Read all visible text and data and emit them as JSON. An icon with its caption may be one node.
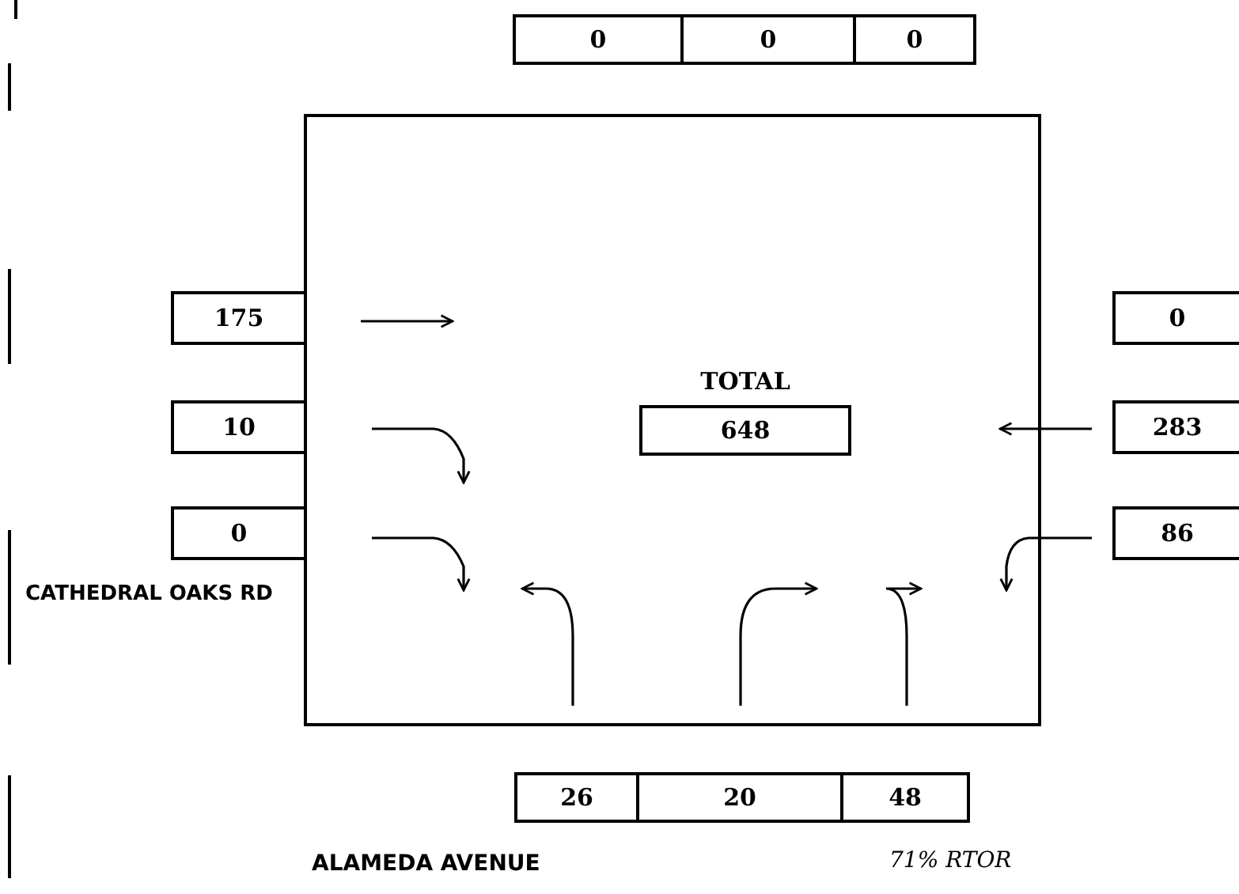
{
  "diagram": {
    "nodes": [
      {
        "text": [
          "0"
        ]
      },
      {
        "text": [
          "0"
        ]
      },
      {
        "text": [
          "0"
        ]
      },
      {
        "text": [],
        "shape": "box"
      },
      {
        "text": [
          "TOTAL",
          "648"
        ],
        "in": 3
      },
      {
        "text": [
          "175"
        ]
      },
      {
        "text": [
          "10"
        ]
      },
      {
        "text": [
          "0"
        ]
      },
      {
        "text": [
          "0"
        ]
      },
      {
        "text": [
          "283"
        ]
      },
      {
        "text": [
          "86"
        ]
      },
      {
        "text": [
          "26"
        ]
      },
      {
        "text": [
          "20"
        ]
      },
      {
        "text": [
          "48"
        ]
      }
    ],
    "edges": [],
    "labels": [
      "CATHEDRAL OAKS RD",
      "ALAMEDA AVENUE",
      "71% RTOR"
    ]
  }
}
